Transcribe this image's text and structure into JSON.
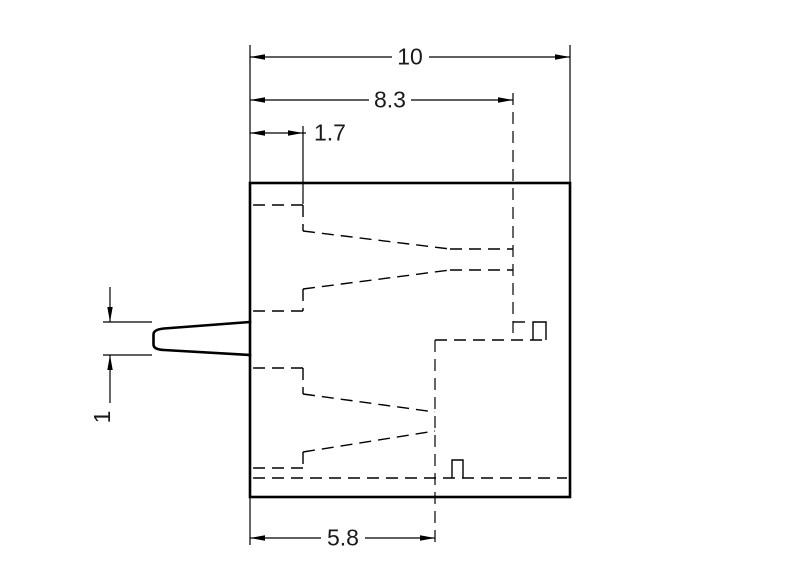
{
  "drawing": {
    "kind": "technical-dimension-drawing",
    "labels": {
      "dim_total_width": "10",
      "dim_upper_width": "8.3",
      "dim_mouth_offset": "1.7",
      "dim_tab_thickness": "1",
      "dim_lower_width": "5.8"
    },
    "colors": {
      "line": "#000000",
      "background": "#ffffff",
      "text": "#1a1a1a"
    }
  }
}
